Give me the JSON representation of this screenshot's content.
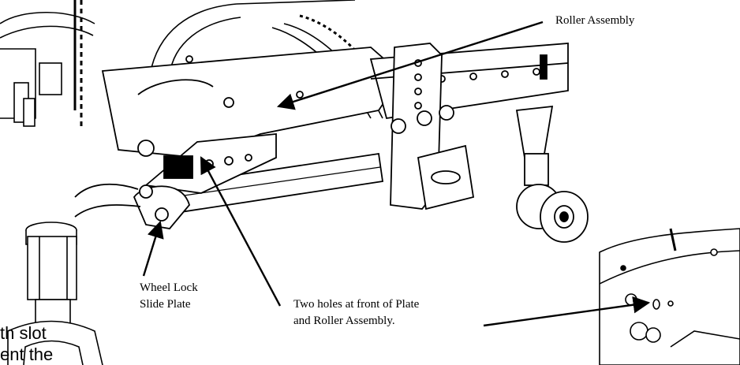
{
  "callouts": {
    "roller_assembly": "Roller Assembly",
    "wheel_lock_line1": "Wheel Lock",
    "wheel_lock_line2": "Slide Plate",
    "two_holes_line1": "Two holes at front of Plate",
    "two_holes_line2": "and Roller Assembly."
  },
  "clipped_text": {
    "line1": "th slot",
    "line2": "ent the"
  },
  "colors": {
    "ink": "#000000",
    "paper": "#ffffff",
    "shade": "#e9e9e9"
  }
}
